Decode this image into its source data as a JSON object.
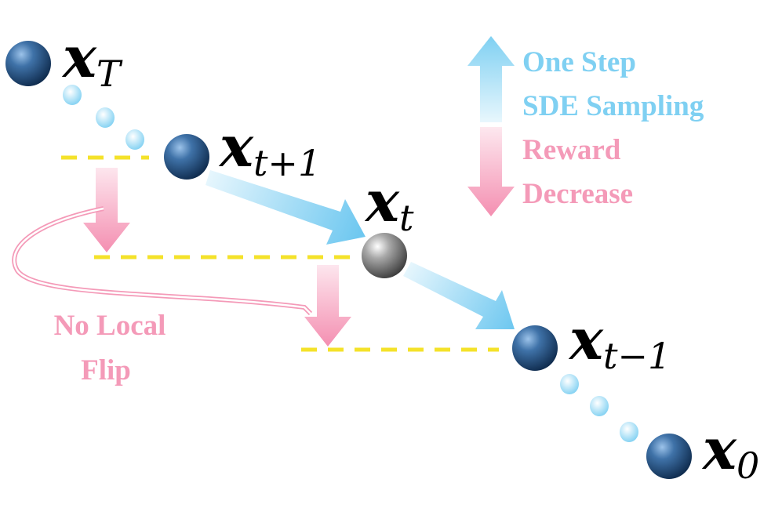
{
  "nodes": {
    "xT": {
      "base": "x",
      "sub": "T"
    },
    "xt1": {
      "base": "x",
      "sub": "t+1"
    },
    "xt": {
      "base": "x",
      "sub": "t"
    },
    "xtm1": {
      "base": "x",
      "sub": "t−1"
    },
    "x0": {
      "base": "x",
      "sub": "0"
    }
  },
  "legend": {
    "sampling_line1": "One Step",
    "sampling_line2": "SDE Sampling",
    "reward_line1": "Reward",
    "reward_line2": "Decrease"
  },
  "annotation": {
    "line1": "No Local",
    "line2": "Flip"
  },
  "colors": {
    "node": "#1f4f82",
    "current_node": "#7a7a7a",
    "sampling_arrow": "#7fd0f2",
    "reward_arrow": "#f49ab8",
    "dashed_line": "#f4e22a",
    "dots": "#9adcf5"
  }
}
